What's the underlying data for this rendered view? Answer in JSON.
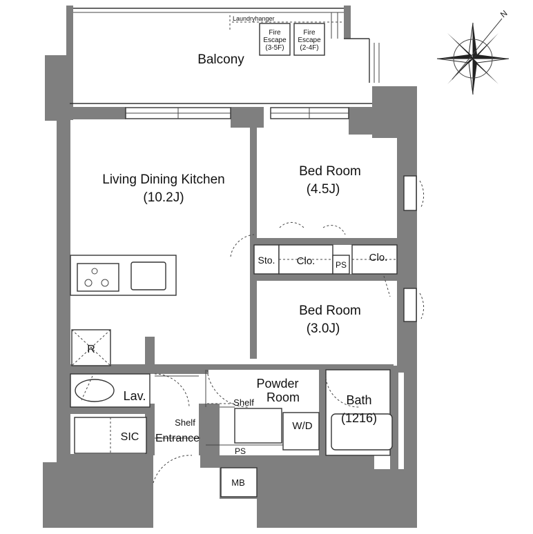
{
  "rooms": {
    "balcony": "Balcony",
    "ldk": "Living Dining Kitchen",
    "ldk_size": "(10.2J)",
    "bed1": "Bed Room",
    "bed1_size": "(4.5J)",
    "bed2": "Bed Room",
    "bed2_size": "(3.0J)",
    "powder": "Powder",
    "powder2": "Room",
    "bath": "Bath",
    "bath_size": "(1216)",
    "lav": "Lav.",
    "sic": "SIC",
    "entrance": "Entrance",
    "mb": "MB",
    "sto": "Sto.",
    "clo1": "Clo.",
    "clo2": "Clo.",
    "ps1": "PS",
    "ps2": "PS",
    "wd": "W/D",
    "shelf1": "Shelf",
    "shelf2": "Shelf",
    "fridge": "R",
    "laundry": "Laundryhanger",
    "fire1_a": "Fire",
    "fire1_b": "Escape",
    "fire1_c": "(3-5F)",
    "fire2_a": "Fire",
    "fire2_b": "Escape",
    "fire2_c": "(2-4F)",
    "north": "N"
  },
  "colors": {
    "wall": "#7f7f7f",
    "line": "#333333",
    "background": "#ffffff"
  }
}
